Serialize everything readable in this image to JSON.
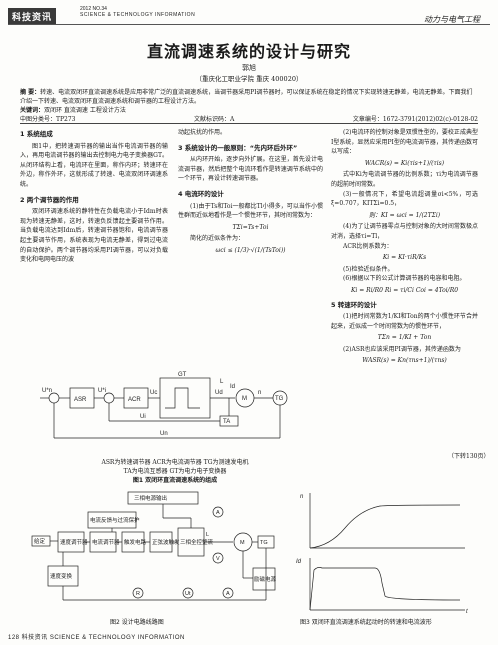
{
  "header": {
    "brand": "科技资讯",
    "date": "2012  NO.34",
    "journal_en": "SCIENCE & TECHNOLOGY INFORMATION",
    "section": "动力与电气工程"
  },
  "article": {
    "title": "直流调速系统的设计与研究",
    "author": "郭旭",
    "affiliation": "（重庆化工职业学院  重庆  400020）",
    "abstract_label": "摘  要：",
    "abstract": "转速、电流双闭环直流调速系统是应用非常广泛的直流调速系统，当调节器采用PI调节器时，可以保证系统在稳定的情况下实现转速无静差，电流无静差。下面我们介绍一下转速、电流双闭环直流调速系统和调节器的工程设计方法。",
    "keywords_label": "关键词：",
    "keywords": "双闭环  直流调速  工程设计方法",
    "clc": "中图分类号：TP273",
    "doc_code": "文献标识码：A",
    "article_no": "文章编号：1672-3791(2012)02(c)-0128-02"
  },
  "col_left": {
    "s1_title": "1  系统组成",
    "s1_text": "图1中，把转速调节器的输出当作电流调节器的输入，再用电流调节器的输出去控制电力电子变换器GT。从闭环结构上看，电流环在里面，称作内环；转速环在外边，称作外环，这就形成了转速、电流双闭环调速系统。",
    "s2_title": "2  两个调节器的作用",
    "s2_text": "双闭环调速系统的静特性在负载电流小于Idm时表现为转速无静差，这时，转速负反馈起主要调节作用。当负载电流达到Idm后，转速调节器饱和，电流调节器起主要调节作用，系统表现为电流无静差，得到过电流的自动保护。两个调节器均采用PI调节器，可以对负载变化和电网电压的波"
  },
  "col_mid": {
    "text_cont": "动起抗扰的作用。",
    "s3_title": "3  系统设计的一般原则：“先内环后外环”",
    "s3_text": "从内环开始，逐步向外扩展。在这里，首先设计电流调节器，然后把整个电流环看作是转速调节系统中的一个环节，再设计转速调节器。",
    "s4_title": "4  电流环的设计",
    "s4_text1": "(1)由于Ts和Toi一般都比Tl小得多，可以当作小惯性群而近似地看作是一个惯性环节，其时间常数为：",
    "s4_formula1": "TΣi=Ts+Toi",
    "s4_text2": "简化的近似条件为：",
    "s4_formula2": "ωci ≤ (1/3)·√(1/(TsToi))"
  },
  "col_right": {
    "p1": "(2)电流环的控制对象是双惯性型的，要校正成典型I型系统，显然应采用PI型的电流调节器，其传递函数可以写成：",
    "f1": "WACR(s) = Ki(τis+1)/(τis)",
    "p2": "式中Ki为电流调节器的比例系数；τi为电流调节器的超前时间常数。",
    "p3": "(3)一般情况下，希望电流超调量σi<5%，可选ξ=0.707，KITΣi=0.5，",
    "f2": "则：KI = ωci = 1/(2TΣi)",
    "p4": "(4)为了让调节器零点与控制对象的大时间常数极点对消，选择τi=Tl，",
    "p5": "ACR比例系数为：",
    "f3": "Ki = KI·τiR/Ks",
    "p6": "(5)检验近似条件。",
    "p7": "(6)根据以下的公式计算调节器的电容和电阻。",
    "f4": "Ki = Ri/R0    Ri = τi/Ci    Coi = 4Toi/R0",
    "s5_title": "5  转速环的设计",
    "p8": "(1)把时间常数为1/KI和Ton的两个小惯性环节合并起来，近似成一个时间常数为的惯性环节，",
    "f5": "TΣn = 1/KI + Ton",
    "p9": "(2)ASR也应该采用PI调节器，其传递函数为",
    "f6": "WASR(s) = Kn(τns+1)/(τns)",
    "cont": "（下转130页）"
  },
  "fig1": {
    "labels": {
      "asr": "ASR",
      "acr": "ACR",
      "gt": "GT",
      "tg": "TG",
      "ta": "TA",
      "m": "M",
      "un_star": "U*n",
      "ui_star": "U*i",
      "uc": "Uc",
      "un": "Un",
      "ui": "Ui",
      "id": "Id",
      "l": "L",
      "ud": "Ud",
      "n": "n"
    },
    "caption_line1": "ASR为转速调节器    ACR为电流调节器    TG为测速发电机",
    "caption_line2": "TA为电流互感器    GT为电力电子变换器",
    "caption_title": "图1   双闭环直流调速系统的组成"
  },
  "fig2": {
    "labels": {
      "output": "三相电源输出",
      "limit": "电流反馈与过流保护",
      "speed": "速度调节器",
      "current": "电流调节器",
      "trigger": "触发电路",
      "pulse": "正弦波触发",
      "bridge": "三相全控整流",
      "feedback": "速度变换",
      "motor": "M",
      "gen": "TG",
      "ref": "给定",
      "a1": "A",
      "v1": "V",
      "a2": "A",
      "r": "R",
      "ut": "Ut",
      "l": "L",
      "exc": "励磁电源"
    },
    "caption": "图2   设计电路线路图"
  },
  "fig3": {
    "labels": {
      "n": "n",
      "id": "Id",
      "t": "t"
    },
    "caption": "图3   双闭环直流调速系统起动时的转速和电流波形"
  },
  "footer": {
    "text": "128  科技资讯  SCIENCE & TECHNOLOGY INFORMATION"
  }
}
